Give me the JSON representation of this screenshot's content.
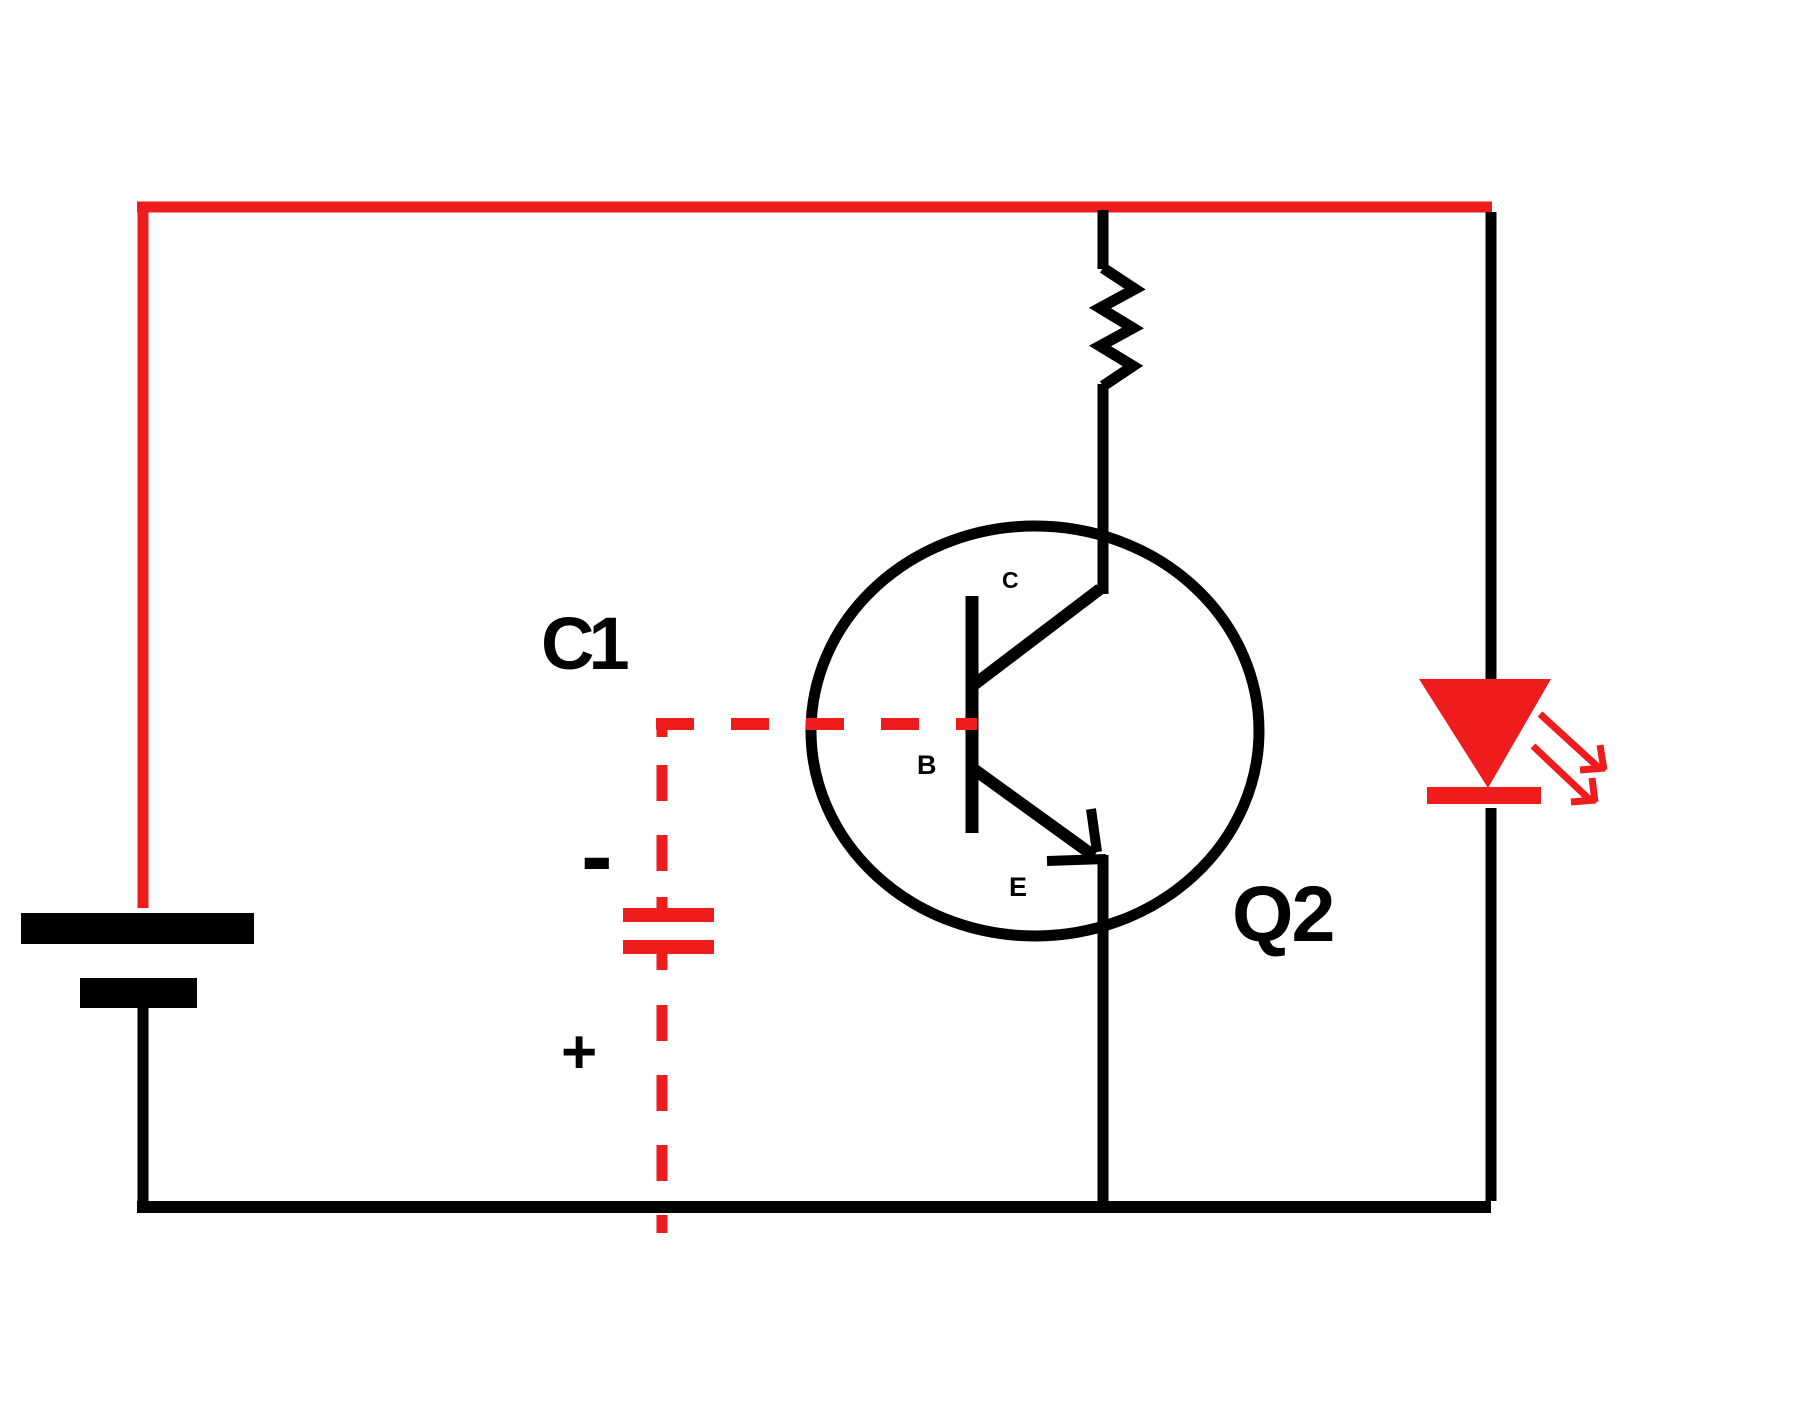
{
  "colors": {
    "red": "#ee1c1c",
    "black": "#000000",
    "background": "#ffffff"
  },
  "capacitor": {
    "name": "C1",
    "negative_sign": "-",
    "positive_sign": "+"
  },
  "transistor": {
    "name": "Q2",
    "collector_label": "C",
    "base_label": "B",
    "emitter_label": "E"
  }
}
